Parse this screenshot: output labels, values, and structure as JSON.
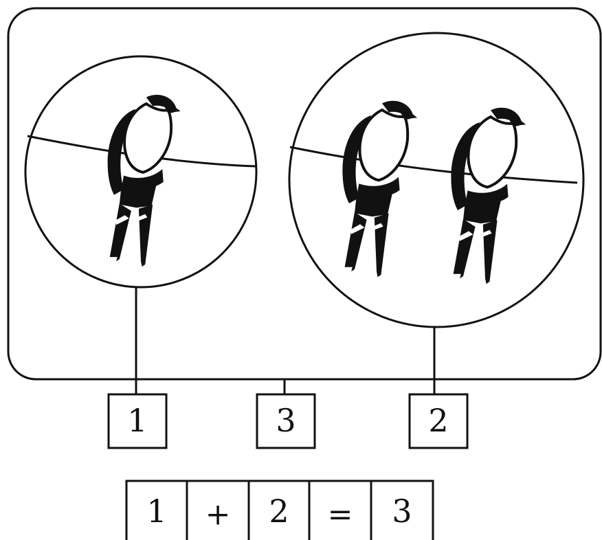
{
  "frame_number": "3",
  "left_group": {
    "count_label": "1"
  },
  "right_group": {
    "count_label": "2"
  },
  "equation": {
    "term_a": "1",
    "plus": "+",
    "term_b": "2",
    "equals": "=",
    "result": "3"
  },
  "colors": {
    "ink": "#111111",
    "paper": "#ffffff"
  },
  "icons": [
    "swallow-bird-icon"
  ]
}
